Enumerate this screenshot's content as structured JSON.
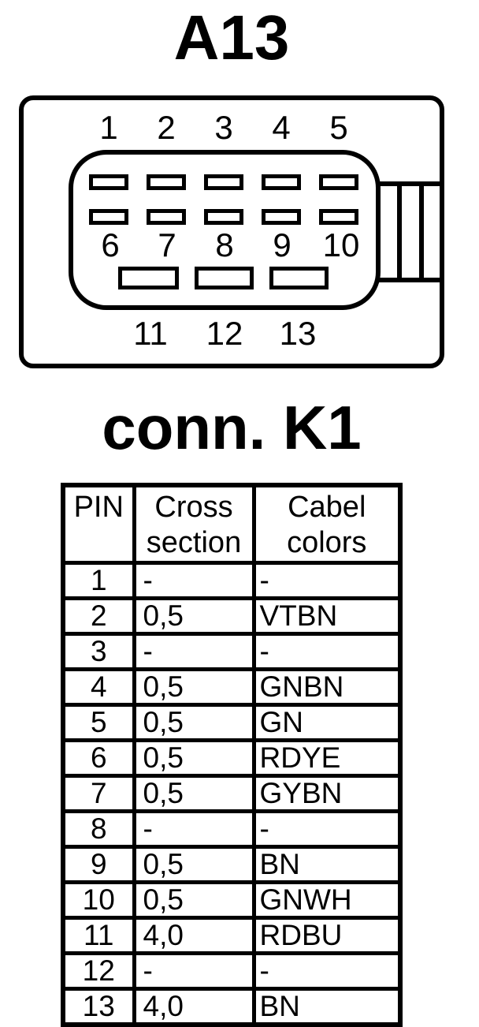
{
  "connector": {
    "title": "A13",
    "row1_labels": [
      "1",
      "2",
      "3",
      "4",
      "5"
    ],
    "row2_labels": [
      "6",
      "7",
      "8",
      "9",
      "10"
    ],
    "row3_labels": [
      "11",
      "12",
      "13"
    ]
  },
  "table_title": "conn. K1",
  "table": {
    "headers": [
      {
        "line1": "PIN",
        "line2": ""
      },
      {
        "line1": "Cross",
        "line2": "section"
      },
      {
        "line1": "Cabel",
        "line2": "colors"
      }
    ],
    "rows": [
      [
        "1",
        "-",
        "-"
      ],
      [
        "2",
        "0,5",
        "VTBN"
      ],
      [
        "3",
        "-",
        "-"
      ],
      [
        "4",
        "0,5",
        "GNBN"
      ],
      [
        "5",
        "0,5",
        "GN"
      ],
      [
        "6",
        "0,5",
        "RDYE"
      ],
      [
        "7",
        "0,5",
        "GYBN"
      ],
      [
        "8",
        "-",
        "-"
      ],
      [
        "9",
        "0,5",
        "BN"
      ],
      [
        "10",
        "0,5",
        "GNWH"
      ],
      [
        "11",
        "4,0",
        "RDBU"
      ],
      [
        "12",
        "-",
        "-"
      ],
      [
        "13",
        "4,0",
        "BN"
      ]
    ]
  },
  "colors": {
    "ink": "#000000",
    "background": "#ffffff"
  }
}
